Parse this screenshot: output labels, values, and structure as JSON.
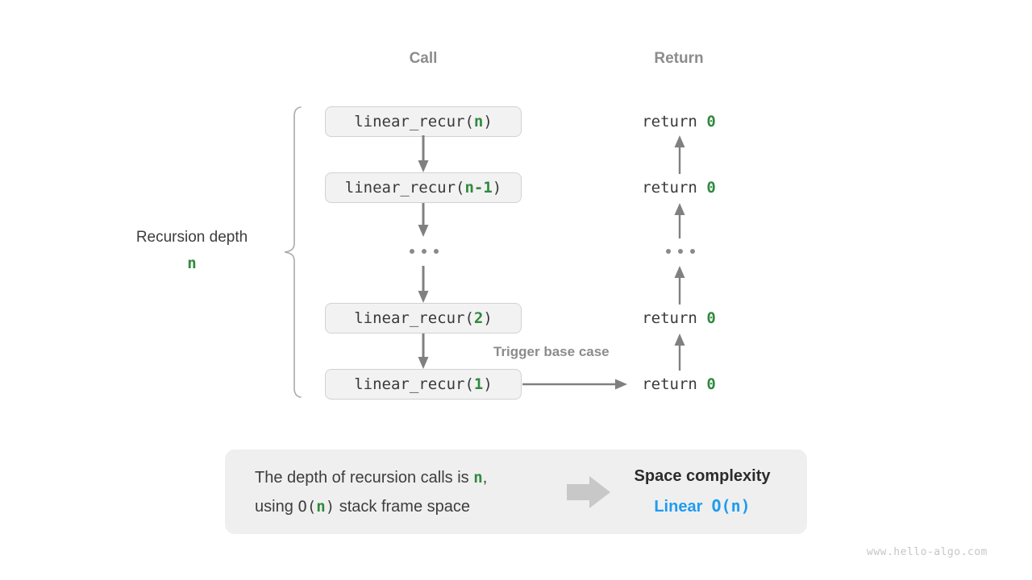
{
  "columns": {
    "call_label": "Call",
    "return_label": "Return"
  },
  "depth": {
    "title": "Recursion depth",
    "value": "n"
  },
  "frames": [
    {
      "prefix": "linear_recur(",
      "arg": "n",
      "suffix": ")",
      "return_text": "return ",
      "return_value": "0"
    },
    {
      "prefix": "linear_recur(",
      "arg": "n-1",
      "suffix": ")",
      "return_text": "return ",
      "return_value": "0"
    },
    {
      "prefix": "linear_recur(",
      "arg": "2",
      "suffix": ")",
      "return_text": "return ",
      "return_value": "0"
    },
    {
      "prefix": "linear_recur(",
      "arg": "1",
      "suffix": ")",
      "return_text": "return ",
      "return_value": "0"
    }
  ],
  "ellipsis": "...",
  "trigger_label": "Trigger base case",
  "summary": {
    "line1_a": "The depth of recursion calls is ",
    "line1_n": "n",
    "line1_b": ",",
    "line2_a": "using ",
    "line2_o": "O(",
    "line2_n": "n",
    "line2_c": ")",
    "line2_b": " stack frame space",
    "title": "Space complexity",
    "result_word": "Linear",
    "result_notation": "O(n)"
  },
  "watermark": "www.hello-algo.com",
  "colors": {
    "accent_green": "#2f8a3e",
    "accent_blue": "#1f9cf0",
    "arrow_gray": "#808080",
    "box_fill": "#f2f2f2",
    "box_border": "#d2d2d2",
    "panel_fill": "#efefef",
    "muted_text": "#8c8c8c"
  }
}
